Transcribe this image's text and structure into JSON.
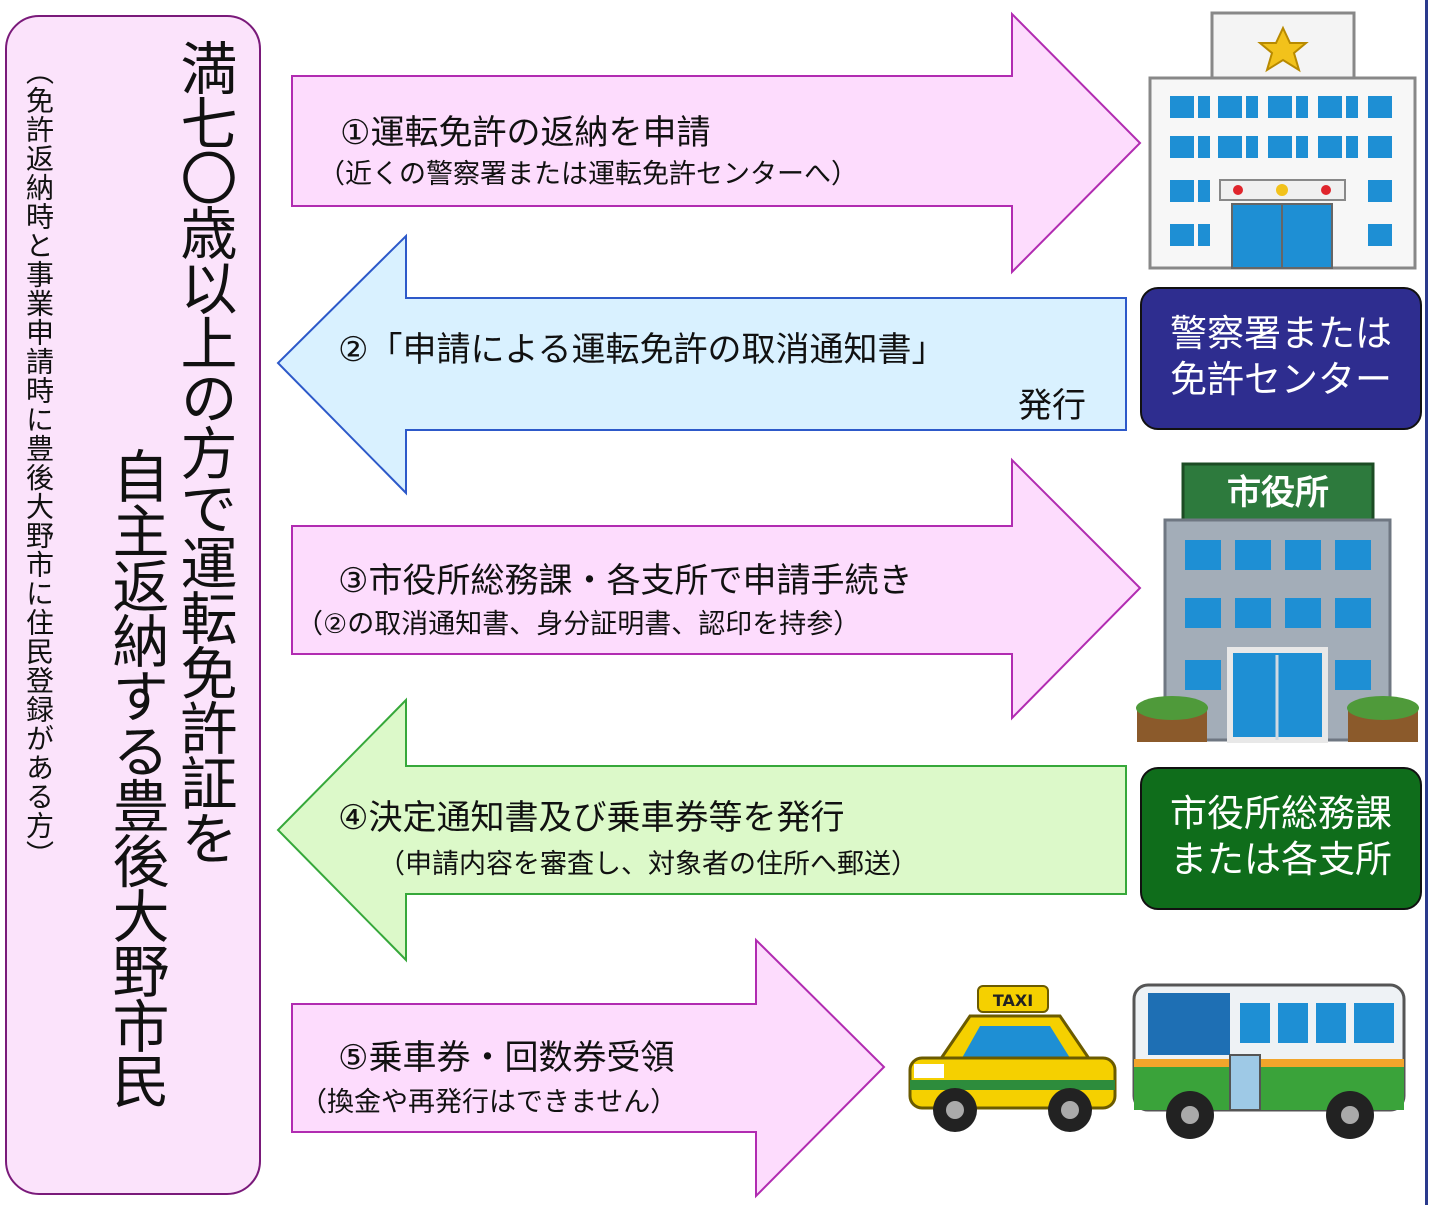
{
  "side": {
    "note": "（免許返納時と事業申請時に豊後大野市に住民登録がある方）",
    "title_line1": "満七〇歳以上の方で運転免許証を",
    "title_line2": "自主返納する豊後大野市民"
  },
  "steps": [
    {
      "main": "①運転免許の返納を申請",
      "sub": "（近くの警察署または運転免許センターへ）"
    },
    {
      "main": "②「申請による運転免許の取消通知書」",
      "sub": "発行"
    },
    {
      "main": "③市役所総務課・各支所で申請手続き",
      "sub": "（②の取消通知書、身分証明書、認印を持参）"
    },
    {
      "main": "④決定通知書及び乗車券等を発行",
      "sub": "（申請内容を審査し、対象者の住所へ郵送）"
    },
    {
      "main": "⑤乗車券・回数券受領",
      "sub": "（換金や再発行はできません）"
    }
  ],
  "labels": {
    "police": {
      "line1": "警察署または",
      "line2": "免許センター"
    },
    "city": {
      "line1": "市役所総務課",
      "line2": "または各支所"
    }
  },
  "illustrations": {
    "police_sign": "",
    "city_sign": "市役所",
    "taxi_sign": "TAXI"
  },
  "colors": {
    "pink": "#fddcfd",
    "pink_border": "#b12cb1",
    "blue": "#d9f1ff",
    "blue_border": "#2d59c9",
    "green": "#dcf9c9",
    "green_border": "#36a83a",
    "police_box": "#2e2d8f",
    "city_box": "#0f6d1b"
  }
}
